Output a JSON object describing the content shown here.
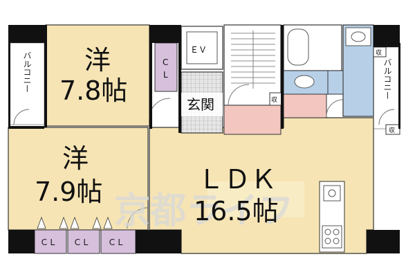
{
  "rooms": {
    "western1": {
      "type": "洋",
      "size": "7.8帖"
    },
    "western2": {
      "type": "洋",
      "size": "7.9帖"
    },
    "ldk": {
      "type": "ＬＤＫ",
      "size": "16.5帖"
    },
    "entrance": "玄関",
    "elevator": "ＥＶ",
    "closet": "ＣＬ",
    "balcony_left": "バルコニー",
    "balcony_right": "バルコニー",
    "storage": "収"
  },
  "watermark": "京都ライフ",
  "colors": {
    "western": "#f6e4b4",
    "ldk": "#f6e4b4",
    "closet": "#d6c0dc",
    "entrance_floor": "#d8d8d8",
    "wet_area": "#b7d0e8",
    "pink": "#f3c7c0",
    "wall": "#111111"
  }
}
